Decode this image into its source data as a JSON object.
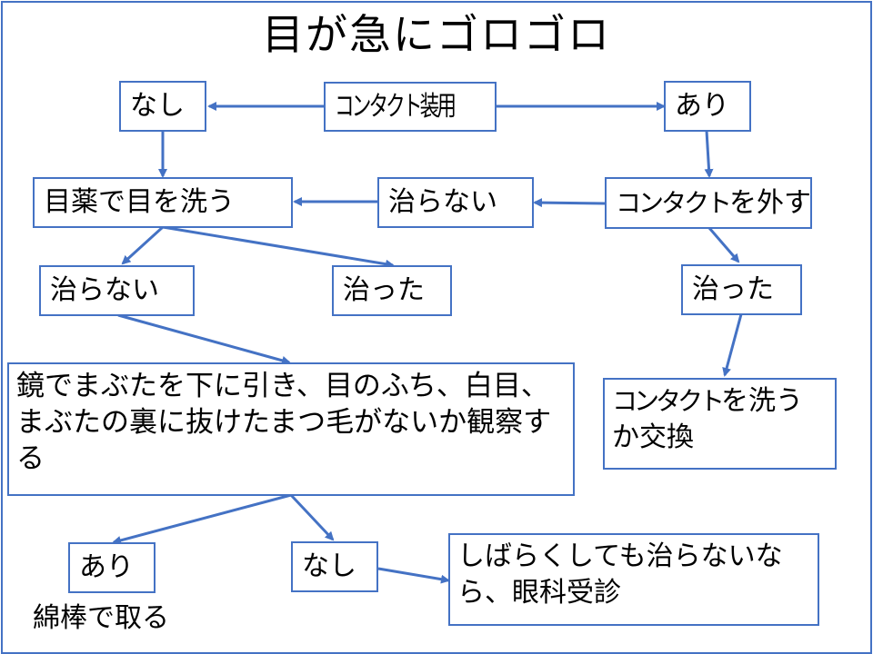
{
  "title": "目が急にゴロゴロ",
  "nodes": {
    "contact_use": "コンタクト装用",
    "no_contact": "なし",
    "yes_contact": "あり",
    "wash_eye": "目薬で目を洗う",
    "not_cured_mid": "治らない",
    "remove_contact": "コンタクトを外す",
    "not_cured_left": "治らない",
    "cured_left": "治った",
    "cured_right": "治った",
    "observe": "鏡でまぶたを下に引き、目のふち、白目、まぶたの裏に抜けたまつ毛がないか観察する",
    "wash_or_replace": "コンタクトを洗うか交換",
    "found": "あり",
    "not_found": "なし",
    "see_doctor": "しばらくしても治らないなら、眼科受診"
  },
  "notes": {
    "remove_with_swab": "綿棒で取る"
  },
  "colors": {
    "accent": "#4472c4"
  }
}
